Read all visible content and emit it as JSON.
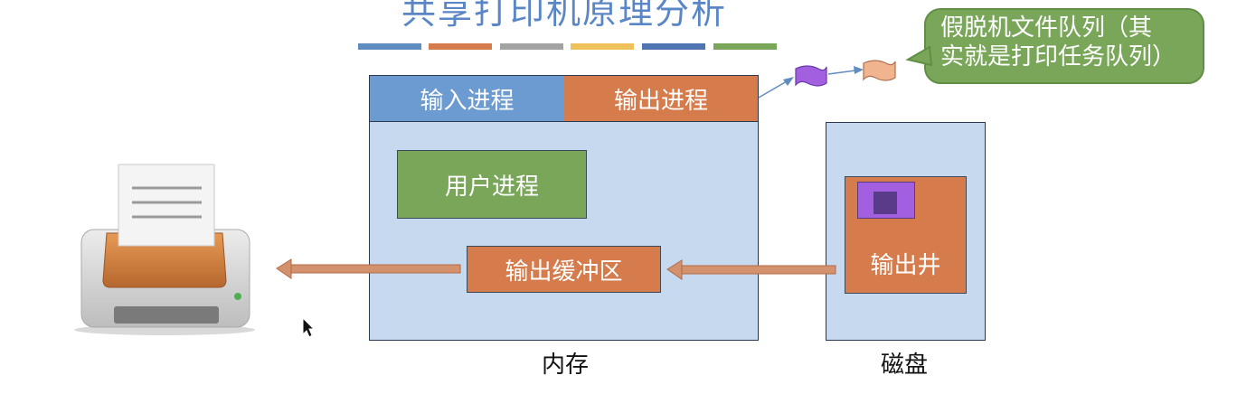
{
  "title": "共享打印机原理分析",
  "corner_text": "",
  "colors": {
    "title_bars": [
      "#5f8cc1",
      "#d67b4b",
      "#a3a3a3",
      "#eec15a",
      "#4e74b2",
      "#7aa65a"
    ],
    "memory_bg": "#c7d9ee",
    "input_process": "#6c9bd1",
    "output_process": "#d67b4b",
    "user_process": "#7aa65a",
    "output_buffer": "#d67b4b",
    "output_well": "#d67b4b",
    "callout": "#7aa65a",
    "arrow": "#d4916d"
  },
  "memory": {
    "label": "内存",
    "input_process": "输入进程",
    "output_process": "输出进程",
    "user_process": "用户进程",
    "output_buffer": "输出缓冲区"
  },
  "disk": {
    "label": "磁盘",
    "output_well": "输出井"
  },
  "callout": {
    "line1": "假脱机文件队列（其",
    "line2": "实就是打印任务队列）"
  },
  "icons": {
    "printer": "printer-icon",
    "file_purple": "file-icon",
    "file_peach": "file-icon",
    "cursor": "mouse-cursor-icon"
  }
}
